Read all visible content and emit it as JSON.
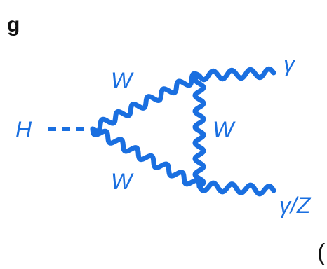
{
  "figure": {
    "panel_label": "g",
    "trailing_text": "(",
    "colors": {
      "diagram": "#1a6fe0",
      "panel_label": "#111111",
      "trailing_text": "#111111",
      "background": "#ffffff"
    }
  },
  "diagram": {
    "labels": {
      "higgs": "H",
      "w_upper": "W",
      "w_lower": "W",
      "w_vertical": "W",
      "photon_top": "γ",
      "photon_or_z_bottom": "γ/Z"
    }
  }
}
